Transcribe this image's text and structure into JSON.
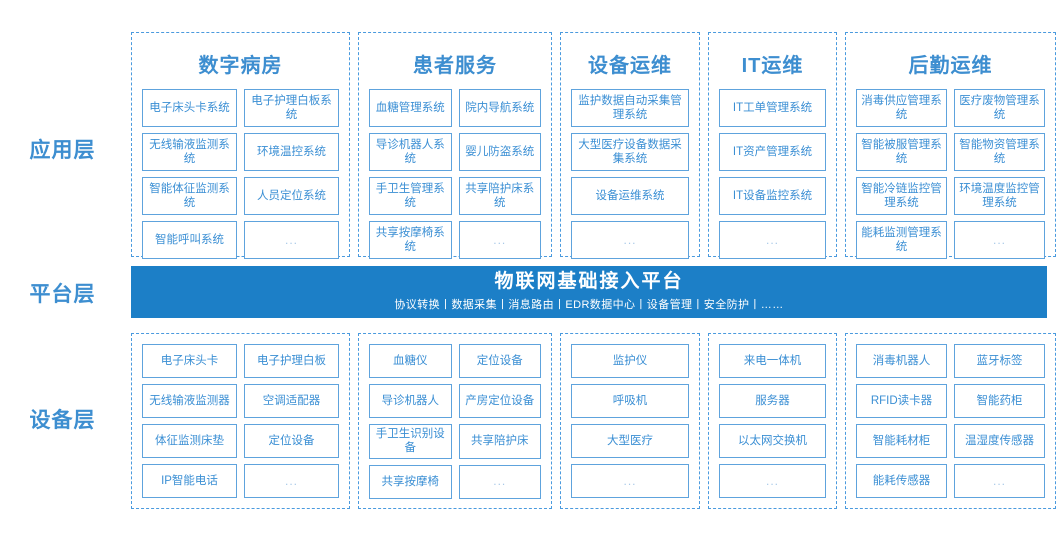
{
  "diagram": {
    "title": "医院物联网分层架构图",
    "accent_color": "#3b8fd4",
    "platform_bar_color": "#1c7fc7",
    "cell_border_color": "#5ea3dd",
    "dashed_border_color": "#4a9ade"
  },
  "layers": {
    "application_label": "应用层",
    "platform_label": "平台层",
    "device_label": "设备层"
  },
  "platform": {
    "title": "物联网基础接入平台",
    "subtitle": "协议转换丨数据采集丨消息路由丨EDR数据中心丨设备管理丨安全防护丨……"
  },
  "application_columns": [
    {
      "title": "数字病房",
      "items": [
        "电子床头卡系统",
        "电子护理白板系统",
        "无线输液监测系统",
        "环境温控系统",
        "智能体征监测系统",
        "人员定位系统",
        "智能呼叫系统",
        "..."
      ]
    },
    {
      "title": "患者服务",
      "items": [
        "血糖管理系统",
        "院内导航系统",
        "导诊机器人系统",
        "婴儿防盗系统",
        "手卫生管理系统",
        "共享陪护床系统",
        "共享按摩椅系统",
        "..."
      ]
    },
    {
      "title": "设备运维",
      "items": [
        "监护数据自动采集管理系统",
        "大型医疗设备数据采集系统",
        "设备运维系统",
        "..."
      ]
    },
    {
      "title": "IT运维",
      "items": [
        "IT工单管理系统",
        "IT资产管理系统",
        "IT设备监控系统",
        "..."
      ]
    },
    {
      "title": "后勤运维",
      "items": [
        "消毒供应管理系统",
        "医疗废物管理系统",
        "智能被服管理系统",
        "智能物资管理系统",
        "智能冷链监控管理系统",
        "环境温度监控管理系统",
        "能耗监测管理系统",
        "..."
      ]
    }
  ],
  "device_columns": [
    {
      "items": [
        "电子床头卡",
        "电子护理白板",
        "无线输液监测器",
        "空调适配器",
        "体征监测床垫",
        "定位设备",
        "IP智能电话",
        "..."
      ]
    },
    {
      "items": [
        "血糖仪",
        "定位设备",
        "导诊机器人",
        "产房定位设备",
        "手卫生识别设备",
        "共享陪护床",
        "共享按摩椅",
        "..."
      ]
    },
    {
      "items": [
        "监护仪",
        "呼吸机",
        "大型医疗",
        "..."
      ]
    },
    {
      "items": [
        "来电一体机",
        "服务器",
        "以太网交换机",
        "..."
      ]
    },
    {
      "items": [
        "消毒机器人",
        "蓝牙标签",
        "RFID读卡器",
        "智能药柜",
        "智能耗材柜",
        "温湿度传感器",
        "能耗传感器",
        "..."
      ]
    }
  ]
}
